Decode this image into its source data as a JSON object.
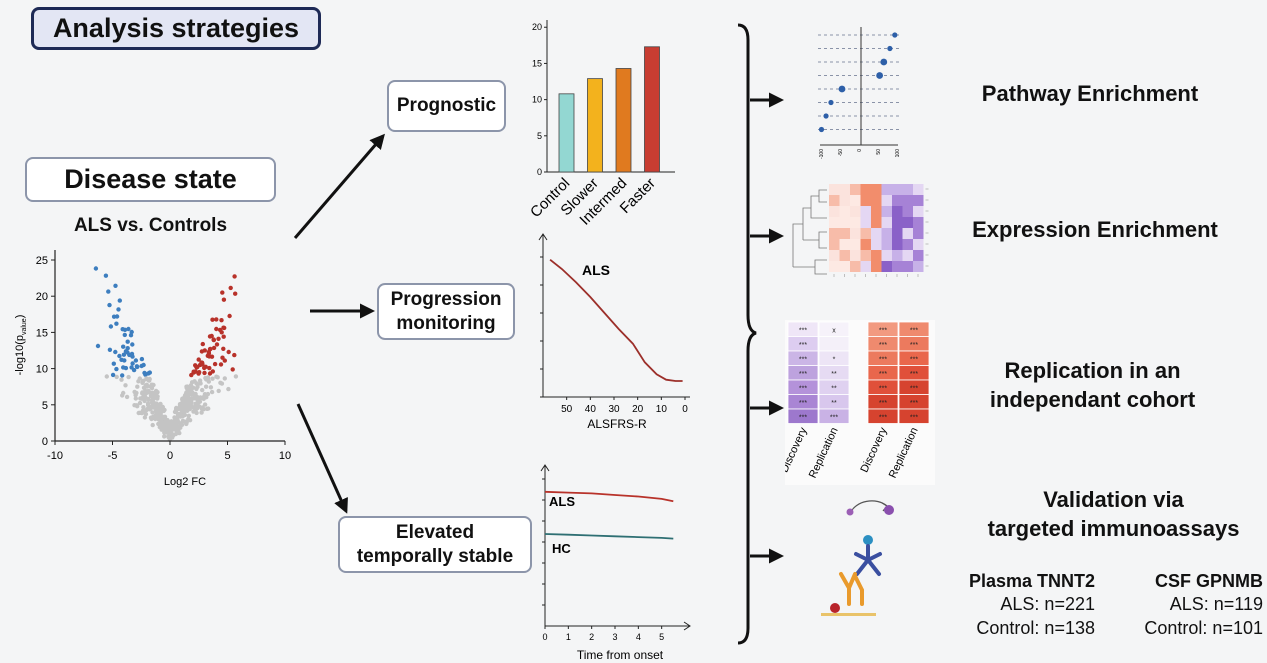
{
  "header": {
    "title": "Analysis strategies"
  },
  "disease": {
    "title": "Disease state",
    "subtitle": "ALS vs. Controls"
  },
  "volcano": {
    "ylabel_main": "-log10(p",
    "ylabel_sub": "value",
    "ylabel_end": ")",
    "xlabel": "Log2 FC",
    "xticks": [
      "-10",
      "-5",
      "0",
      "5",
      "10"
    ],
    "yticks": [
      "0",
      "5",
      "10",
      "15",
      "20",
      "25"
    ],
    "colors": {
      "down": "#3d7ebf",
      "up": "#b8322a",
      "ns": "#c4c4c4"
    }
  },
  "strategies": [
    {
      "label": "Prognostic"
    },
    {
      "label_line1": "Progression",
      "label_line2": "monitoring"
    },
    {
      "label_line1": "Elevated",
      "label_line2": "temporally stable"
    }
  ],
  "chart_data": [
    {
      "type": "bar",
      "categories": [
        "Control",
        "Slower",
        "Intermed",
        "Faster"
      ],
      "values": [
        10.8,
        12.9,
        14.3,
        17.3
      ],
      "yticks": [
        "0",
        "5",
        "10",
        "15",
        "20"
      ],
      "ylim": [
        0,
        21
      ],
      "colors": [
        "#93d7d2",
        "#f3b21d",
        "#e07a1f",
        "#c83d32"
      ]
    },
    {
      "type": "line",
      "series": [
        {
          "name": "ALS",
          "x": [
            57,
            52,
            46,
            40,
            34,
            28,
            22,
            17,
            12,
            8,
            4,
            1
          ],
          "y": [
            0.94,
            0.87,
            0.77,
            0.66,
            0.54,
            0.42,
            0.31,
            0.17,
            0.08,
            0.04,
            0.03,
            0.03
          ]
        }
      ],
      "xticks": [
        "50",
        "40",
        "30",
        "20",
        "10",
        "0"
      ],
      "xlabel": "ALSFRS-R"
    },
    {
      "type": "line",
      "series": [
        {
          "name": "ALS",
          "x": [
            0,
            1,
            2,
            3,
            4,
            5,
            5.5
          ],
          "y": [
            0.86,
            0.855,
            0.85,
            0.84,
            0.83,
            0.815,
            0.8
          ]
        },
        {
          "name": "HC",
          "x": [
            0,
            1,
            2,
            3,
            4,
            5,
            5.5
          ],
          "y": [
            0.59,
            0.585,
            0.58,
            0.575,
            0.57,
            0.565,
            0.56
          ]
        }
      ],
      "xticks": [
        "0",
        "1",
        "2",
        "3",
        "4",
        "5"
      ],
      "xlabel": "Time from onset",
      "colors": [
        "#b8322a",
        "#2e6f73"
      ]
    }
  ],
  "results": {
    "pathway": "Pathway Enrichment",
    "expression": "Expression Enrichment",
    "replication_line1": "Replication in an",
    "replication_line2": "independant cohort",
    "validation_line1": "Validation via",
    "validation_line2": "targeted immunoassays"
  },
  "forest": {
    "xticks": [
      "-100",
      "-50",
      "0",
      "50",
      "100"
    ],
    "points": [
      89,
      76,
      60,
      49,
      -50,
      -79,
      -92,
      -104
    ]
  },
  "replication": {
    "cols": [
      "Discovery",
      "Replication",
      "Discovery",
      "Replication"
    ],
    "rows": [
      [
        "***",
        "x",
        "***",
        "***"
      ],
      [
        "***",
        "",
        "***",
        "***"
      ],
      [
        "***",
        "*",
        "***",
        "***"
      ],
      [
        "***",
        "**",
        "***",
        "***"
      ],
      [
        "***",
        "**",
        "***",
        "***"
      ],
      [
        "***",
        "**",
        "***",
        "***"
      ],
      [
        "***",
        "***",
        "***",
        "***"
      ]
    ]
  },
  "assays": [
    {
      "name": "Plasma TNNT2",
      "als": "ALS: n=221",
      "control": "Control: n=138"
    },
    {
      "name": "CSF GPNMB",
      "als": "ALS: n=119",
      "control": "Control: n=101"
    }
  ]
}
